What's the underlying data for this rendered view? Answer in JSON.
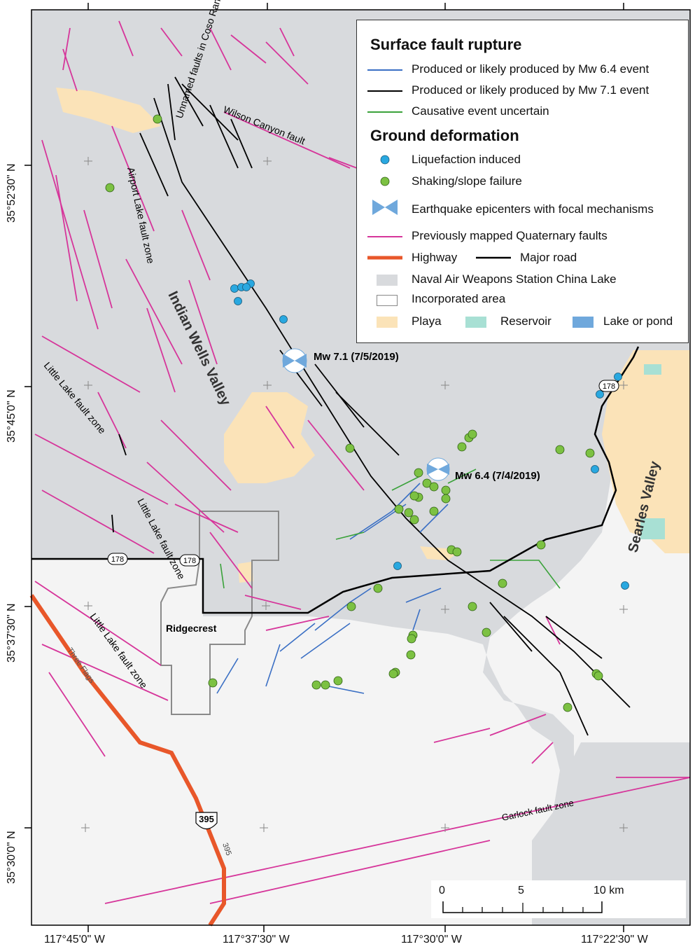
{
  "lat_ticks": [
    "35°52'30\" N",
    "35°45'0\" N",
    "35°37'30\" N",
    "35°30'0\" N"
  ],
  "lon_ticks": [
    "117°45'0\" W",
    "117°37'30\" W",
    "117°30'0\" W",
    "117°22'30\" W"
  ],
  "legend": {
    "heading_rupture": "Surface fault rupture",
    "rupture_64": "Produced or likely produced by Mw 6.4 event",
    "rupture_71": "Produced or likely produced by Mw 7.1 event",
    "rupture_unc": "Causative event uncertain",
    "heading_deform": "Ground deformation",
    "liquefaction": "Liquefaction induced",
    "shaking": "Shaking/slope failure",
    "epicenters": "Earthquake epicenters with focal mechanisms",
    "quat_faults": "Previously mapped Quaternary faults",
    "highway": "Highway",
    "major_road": "Major road",
    "naval": "Naval Air Weapons Station China Lake",
    "incorporated": "Incorporated area",
    "playa": "Playa",
    "reservoir": "Reservoir",
    "lake": "Lake or pond"
  },
  "labels": {
    "unnamed_faults": "Unnamed faults in Coso Range",
    "wilson_canyon": "Wilson Canyon fault",
    "airport_lake": "Airport Lake fault zone",
    "indian_wells": "Indian Wells Valley",
    "little_lake_1": "Little Lake fault zone",
    "little_lake_2": "Little Lake fault zone",
    "little_lake_3": "Little Lake fault zone",
    "ridgecrest": "Ridgecrest",
    "three_flags": "Three Flags",
    "searles": "Searles Valley",
    "garlock": "Garlock fault zone",
    "mw71": "Mw 7.1 (7/5/2019)",
    "mw64": "Mw 6.4 (7/4/2019)",
    "route_178_a": "178",
    "route_178_b": "178",
    "route_178_c": "178",
    "route_395_shield": "395",
    "route_395_text": "395"
  },
  "scale": {
    "labels": [
      "0",
      "5",
      "10 km"
    ]
  },
  "colors": {
    "rupture_64": "#3a6fc4",
    "rupture_71": "#000000",
    "rupture_unc": "#3aa23a",
    "liquefaction": "#29a8e0",
    "shaking": "#7cc142",
    "quat_faults": "#d6359a",
    "highway": "#e8572a",
    "naval": "#d8dadd",
    "playa": "#fbe3b8",
    "reservoir": "#a8e0d4",
    "lake": "#6fa8dc"
  },
  "icons": {
    "epicenter": "beachball-icon",
    "route_shield": "interstate-shield-icon"
  }
}
